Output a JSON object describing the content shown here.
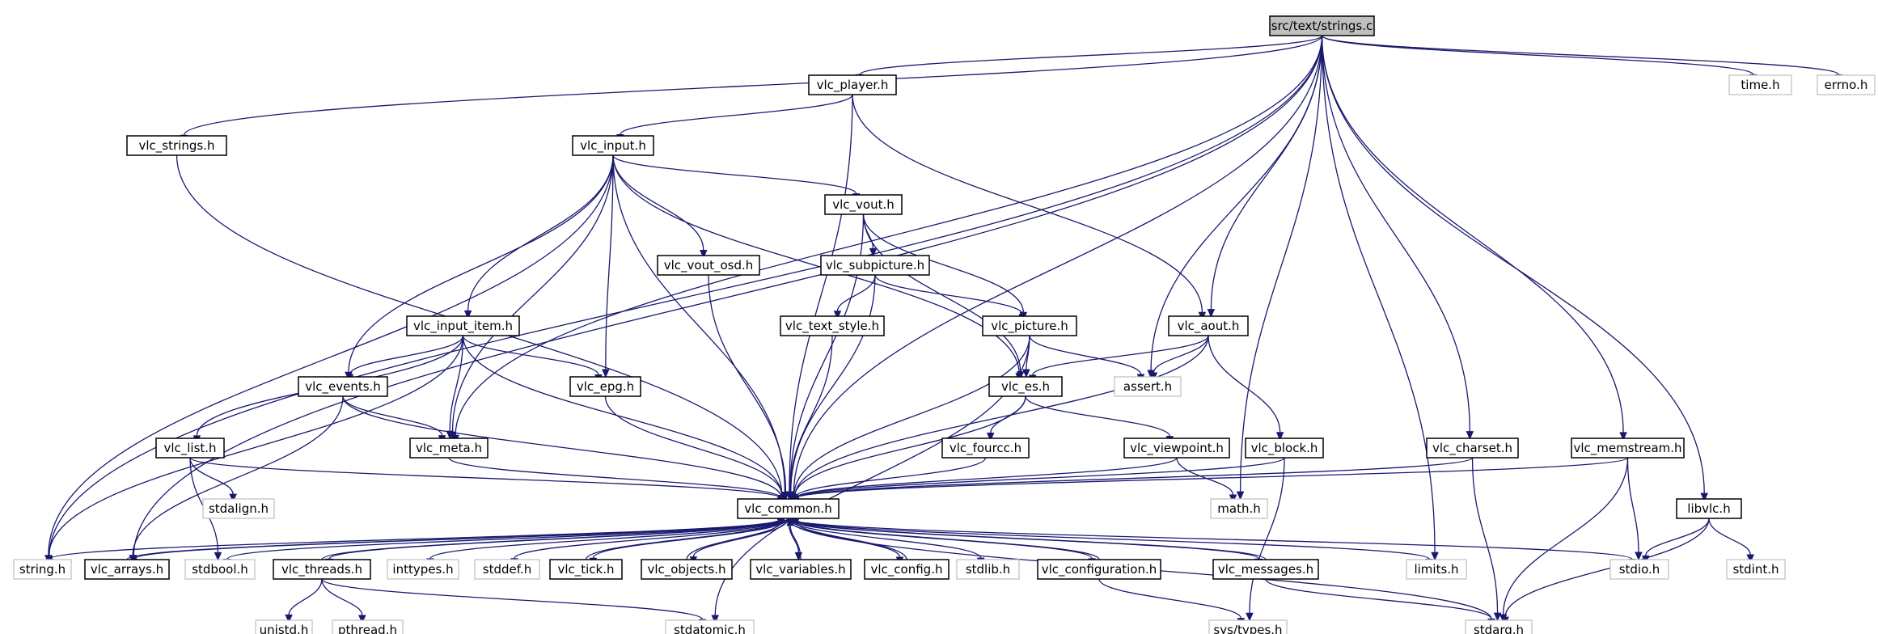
{
  "graph": {
    "nodes": [
      {
        "id": "strings_c",
        "label": "src/text/strings.c",
        "kind": "root"
      },
      {
        "id": "vlc_player",
        "label": "vlc_player.h",
        "kind": "project"
      },
      {
        "id": "vlc_strings",
        "label": "vlc_strings.h",
        "kind": "project"
      },
      {
        "id": "vlc_input",
        "label": "vlc_input.h",
        "kind": "project"
      },
      {
        "id": "vlc_vout",
        "label": "vlc_vout.h",
        "kind": "project"
      },
      {
        "id": "vlc_vout_osd",
        "label": "vlc_vout_osd.h",
        "kind": "project"
      },
      {
        "id": "vlc_subpicture",
        "label": "vlc_subpicture.h",
        "kind": "project"
      },
      {
        "id": "vlc_text_style",
        "label": "vlc_text_style.h",
        "kind": "project"
      },
      {
        "id": "vlc_picture",
        "label": "vlc_picture.h",
        "kind": "project"
      },
      {
        "id": "vlc_aout",
        "label": "vlc_aout.h",
        "kind": "project"
      },
      {
        "id": "vlc_input_item",
        "label": "vlc_input_item.h",
        "kind": "project"
      },
      {
        "id": "vlc_events",
        "label": "vlc_events.h",
        "kind": "project"
      },
      {
        "id": "vlc_epg",
        "label": "vlc_epg.h",
        "kind": "project"
      },
      {
        "id": "vlc_es",
        "label": "vlc_es.h",
        "kind": "project"
      },
      {
        "id": "vlc_list",
        "label": "vlc_list.h",
        "kind": "project"
      },
      {
        "id": "vlc_meta",
        "label": "vlc_meta.h",
        "kind": "project"
      },
      {
        "id": "vlc_fourcc",
        "label": "vlc_fourcc.h",
        "kind": "project"
      },
      {
        "id": "vlc_viewpoint",
        "label": "vlc_viewpoint.h",
        "kind": "project"
      },
      {
        "id": "vlc_block",
        "label": "vlc_block.h",
        "kind": "project"
      },
      {
        "id": "vlc_charset",
        "label": "vlc_charset.h",
        "kind": "project"
      },
      {
        "id": "vlc_memstream",
        "label": "vlc_memstream.h",
        "kind": "project"
      },
      {
        "id": "libvlc",
        "label": "libvlc.h",
        "kind": "project"
      },
      {
        "id": "vlc_common",
        "label": "vlc_common.h",
        "kind": "project"
      },
      {
        "id": "vlc_arrays",
        "label": "vlc_arrays.h",
        "kind": "project"
      },
      {
        "id": "vlc_threads",
        "label": "vlc_threads.h",
        "kind": "project"
      },
      {
        "id": "vlc_tick",
        "label": "vlc_tick.h",
        "kind": "project"
      },
      {
        "id": "vlc_objects",
        "label": "vlc_objects.h",
        "kind": "project"
      },
      {
        "id": "vlc_variables",
        "label": "vlc_variables.h",
        "kind": "project"
      },
      {
        "id": "vlc_config",
        "label": "vlc_config.h",
        "kind": "project"
      },
      {
        "id": "vlc_configuration",
        "label": "vlc_configuration.h",
        "kind": "project"
      },
      {
        "id": "vlc_messages",
        "label": "vlc_messages.h",
        "kind": "project"
      },
      {
        "id": "time_h",
        "label": "time.h",
        "kind": "system"
      },
      {
        "id": "errno_h",
        "label": "errno.h",
        "kind": "system"
      },
      {
        "id": "assert_h",
        "label": "assert.h",
        "kind": "system"
      },
      {
        "id": "stdalign_h",
        "label": "stdalign.h",
        "kind": "system"
      },
      {
        "id": "math_h",
        "label": "math.h",
        "kind": "system"
      },
      {
        "id": "string_h",
        "label": "string.h",
        "kind": "system"
      },
      {
        "id": "stdbool_h",
        "label": "stdbool.h",
        "kind": "system"
      },
      {
        "id": "inttypes_h",
        "label": "inttypes.h",
        "kind": "system"
      },
      {
        "id": "stddef_h",
        "label": "stddef.h",
        "kind": "system"
      },
      {
        "id": "stdlib_h",
        "label": "stdlib.h",
        "kind": "system"
      },
      {
        "id": "limits_h",
        "label": "limits.h",
        "kind": "system"
      },
      {
        "id": "stdio_h",
        "label": "stdio.h",
        "kind": "system"
      },
      {
        "id": "stdint_h",
        "label": "stdint.h",
        "kind": "system"
      },
      {
        "id": "unistd_h",
        "label": "unistd.h",
        "kind": "system"
      },
      {
        "id": "pthread_h",
        "label": "pthread.h",
        "kind": "system"
      },
      {
        "id": "stdatomic_h",
        "label": "stdatomic.h",
        "kind": "system"
      },
      {
        "id": "sys_types_h",
        "label": "sys/types.h",
        "kind": "system"
      },
      {
        "id": "stdarg_h",
        "label": "stdarg.h",
        "kind": "system"
      }
    ],
    "edges": [
      [
        "strings_c",
        "vlc_player"
      ],
      [
        "strings_c",
        "vlc_strings"
      ],
      [
        "strings_c",
        "string_h"
      ],
      [
        "strings_c",
        "vlc_arrays"
      ],
      [
        "strings_c",
        "vlc_meta"
      ],
      [
        "strings_c",
        "assert_h"
      ],
      [
        "strings_c",
        "vlc_aout"
      ],
      [
        "strings_c",
        "vlc_common"
      ],
      [
        "strings_c",
        "math_h"
      ],
      [
        "strings_c",
        "vlc_charset"
      ],
      [
        "strings_c",
        "limits_h"
      ],
      [
        "strings_c",
        "vlc_memstream"
      ],
      [
        "strings_c",
        "libvlc"
      ],
      [
        "strings_c",
        "time_h"
      ],
      [
        "strings_c",
        "errno_h"
      ],
      [
        "vlc_player",
        "vlc_input"
      ],
      [
        "vlc_player",
        "vlc_aout"
      ],
      [
        "vlc_player",
        "vlc_common"
      ],
      [
        "vlc_strings",
        "vlc_common"
      ],
      [
        "vlc_input",
        "string_h"
      ],
      [
        "vlc_input",
        "vlc_events"
      ],
      [
        "vlc_input",
        "vlc_input_item"
      ],
      [
        "vlc_input",
        "vlc_meta"
      ],
      [
        "vlc_input",
        "vlc_epg"
      ],
      [
        "vlc_input",
        "vlc_common"
      ],
      [
        "vlc_input",
        "vlc_vout_osd"
      ],
      [
        "vlc_input",
        "vlc_vout"
      ],
      [
        "vlc_input",
        "vlc_es"
      ],
      [
        "vlc_vout",
        "vlc_subpicture"
      ],
      [
        "vlc_vout",
        "vlc_picture"
      ],
      [
        "vlc_vout",
        "vlc_es"
      ],
      [
        "vlc_vout",
        "vlc_common"
      ],
      [
        "vlc_vout_osd",
        "vlc_common"
      ],
      [
        "vlc_subpicture",
        "vlc_text_style"
      ],
      [
        "vlc_subpicture",
        "vlc_picture"
      ],
      [
        "vlc_subpicture",
        "vlc_common"
      ],
      [
        "vlc_text_style",
        "vlc_common"
      ],
      [
        "vlc_picture",
        "vlc_es"
      ],
      [
        "vlc_picture",
        "assert_h"
      ],
      [
        "vlc_picture",
        "vlc_common"
      ],
      [
        "vlc_picture",
        "stdatomic_h"
      ],
      [
        "vlc_aout",
        "vlc_es"
      ],
      [
        "vlc_aout",
        "assert_h"
      ],
      [
        "vlc_aout",
        "vlc_block"
      ],
      [
        "vlc_aout",
        "vlc_common"
      ],
      [
        "vlc_input_item",
        "vlc_events"
      ],
      [
        "vlc_input_item",
        "vlc_meta"
      ],
      [
        "vlc_input_item",
        "vlc_epg"
      ],
      [
        "vlc_input_item",
        "vlc_list"
      ],
      [
        "vlc_input_item",
        "string_h"
      ],
      [
        "vlc_input_item",
        "vlc_common"
      ],
      [
        "vlc_events",
        "vlc_meta"
      ],
      [
        "vlc_events",
        "vlc_arrays"
      ],
      [
        "vlc_events",
        "vlc_common"
      ],
      [
        "vlc_epg",
        "vlc_common"
      ],
      [
        "vlc_es",
        "vlc_fourcc"
      ],
      [
        "vlc_es",
        "vlc_viewpoint"
      ],
      [
        "vlc_es",
        "vlc_common"
      ],
      [
        "vlc_list",
        "stdalign_h"
      ],
      [
        "vlc_list",
        "stdbool_h"
      ],
      [
        "vlc_list",
        "vlc_common"
      ],
      [
        "vlc_meta",
        "vlc_common"
      ],
      [
        "vlc_fourcc",
        "vlc_common"
      ],
      [
        "vlc_viewpoint",
        "math_h"
      ],
      [
        "vlc_viewpoint",
        "vlc_common"
      ],
      [
        "vlc_block",
        "sys_types_h"
      ],
      [
        "vlc_block",
        "vlc_common"
      ],
      [
        "vlc_charset",
        "stdarg_h"
      ],
      [
        "vlc_charset",
        "vlc_common"
      ],
      [
        "vlc_memstream",
        "stdio_h"
      ],
      [
        "vlc_memstream",
        "stdarg_h"
      ],
      [
        "vlc_memstream",
        "vlc_common"
      ],
      [
        "libvlc",
        "stdio_h"
      ],
      [
        "libvlc",
        "stdint_h"
      ],
      [
        "libvlc",
        "stdarg_h"
      ],
      [
        "vlc_common",
        "string_h"
      ],
      [
        "vlc_common",
        "vlc_arrays"
      ],
      [
        "vlc_common",
        "stdbool_h"
      ],
      [
        "vlc_common",
        "vlc_threads"
      ],
      [
        "vlc_common",
        "inttypes_h"
      ],
      [
        "vlc_common",
        "stddef_h"
      ],
      [
        "vlc_common",
        "vlc_tick"
      ],
      [
        "vlc_common",
        "vlc_objects"
      ],
      [
        "vlc_common",
        "vlc_variables"
      ],
      [
        "vlc_common",
        "vlc_config"
      ],
      [
        "vlc_common",
        "stdlib_h"
      ],
      [
        "vlc_common",
        "vlc_configuration"
      ],
      [
        "vlc_common",
        "vlc_messages"
      ],
      [
        "vlc_common",
        "limits_h"
      ],
      [
        "vlc_common",
        "stdio_h"
      ],
      [
        "vlc_common",
        "stdarg_h"
      ],
      [
        "vlc_arrays",
        "vlc_common"
      ],
      [
        "vlc_threads",
        "vlc_common"
      ],
      [
        "vlc_tick",
        "vlc_common"
      ],
      [
        "vlc_objects",
        "vlc_common"
      ],
      [
        "vlc_variables",
        "vlc_common"
      ],
      [
        "vlc_config",
        "vlc_common"
      ],
      [
        "vlc_configuration",
        "vlc_common"
      ],
      [
        "vlc_messages",
        "vlc_common"
      ],
      [
        "vlc_threads",
        "unistd_h"
      ],
      [
        "vlc_threads",
        "pthread_h"
      ],
      [
        "vlc_threads",
        "stdatomic_h"
      ],
      [
        "vlc_configuration",
        "sys_types_h"
      ],
      [
        "vlc_messages",
        "stdarg_h"
      ]
    ]
  },
  "colors": {
    "edge": "#191970",
    "project_border": "#000000",
    "system_border": "#bfbfbf",
    "root_fill": "#bfbfbf"
  }
}
